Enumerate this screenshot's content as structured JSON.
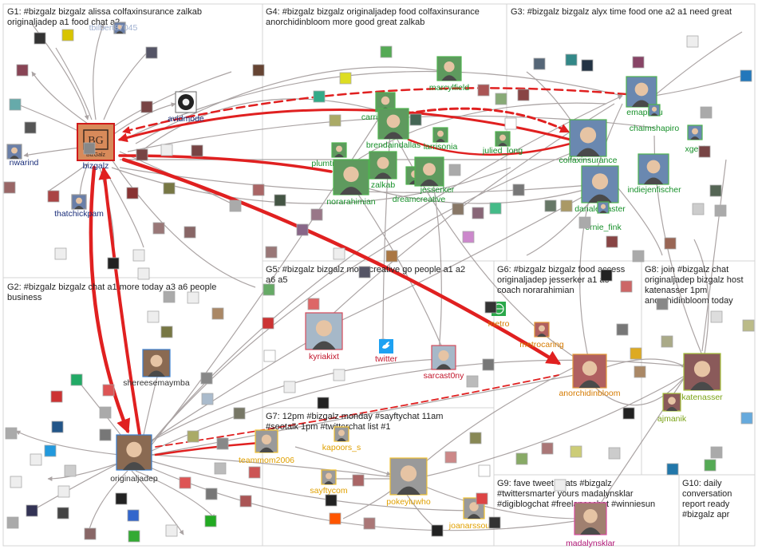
{
  "colors": {
    "edge": "#8f8686",
    "edge_heavy": "#e02020",
    "group_border": "#d4d4d4",
    "label_g1": "#1a2e7a",
    "label_g4": "#17902a",
    "label_g3": "#17902a",
    "label_g5": "#c2142a",
    "label_g6": "#d57a00",
    "label_g7": "#e0a000",
    "label_g8": "#7aa316",
    "label_g9": "#b01676"
  },
  "groups": [
    {
      "id": "g1",
      "lines": [
        "G1: #bizgalz bizgalz alissa colfaxinsurance zalkab",
        "originaljadep a1 food chat a2"
      ]
    },
    {
      "id": "g4",
      "lines": [
        "G4: #bizgalz bizgalz originaljadep food colfaxinsurance",
        "anorchidinbloom more good great zalkab"
      ]
    },
    {
      "id": "g3",
      "lines": [
        "G3: #bizgalz bizgalz alyx time food one a2 a1 need great"
      ]
    },
    {
      "id": "g2",
      "lines": [
        "G2: #bizgalz bizgalz chat a1 more today a3 a6 people",
        "business"
      ]
    },
    {
      "id": "g5",
      "lines": [
        "G5: #bizgalz bizgalz more creative go people a1 a2",
        "a6 a5"
      ]
    },
    {
      "id": "g6",
      "lines": [
        "G6: #bizgalz bizgalz food access",
        "originaljadep jesserker a1 a3",
        "coach norarahimian"
      ]
    },
    {
      "id": "g8",
      "lines": [
        "G8: join #bizgalz chat",
        "originaljadep bizgalz host",
        "katenasser 1pm",
        "anorchidinbloom today"
      ]
    },
    {
      "id": "g7",
      "lines": [
        "G7: 12pm #bizgalz monday #sayftychat 11am",
        "#seotalk 1pm #twitterchat list #1"
      ]
    },
    {
      "id": "g9",
      "lines": [
        "G9: fave tweet chats #bizgalz",
        "#twittersmarter yours madalynsklar",
        "#digiblogchat #freelancechat #winniesun"
      ]
    },
    {
      "id": "g10",
      "lines": [
        "G10: daily",
        "conversation",
        "report ready",
        "#bizgalz apr"
      ]
    }
  ],
  "nodes": [
    {
      "id": "bizgalz",
      "label": "bizgalz",
      "icon": "bizgalz-logo",
      "tone": "g1"
    },
    {
      "id": "avidmode",
      "label": "avidmode",
      "icon": "eye-avatar",
      "tone": "g1"
    },
    {
      "id": "nwarind",
      "label": "nwarind",
      "icon": "avatar",
      "tone": "g1"
    },
    {
      "id": "thatchickpam",
      "label": "thatchickpam",
      "icon": "avatar",
      "tone": "g1"
    },
    {
      "id": "faded1",
      "label": "tbilbert87045",
      "icon": "avatar",
      "tone": "g1"
    },
    {
      "id": "carrie",
      "label": "carrie",
      "icon": "avatar",
      "tone": "g4"
    },
    {
      "id": "brendaindallas",
      "label": "brendaindallas",
      "icon": "avatar",
      "tone": "g4"
    },
    {
      "id": "marcylfield",
      "label": "marcylfield",
      "icon": "avatar",
      "tone": "g4"
    },
    {
      "id": "larrisonia",
      "label": "larrisonia",
      "icon": "avatar",
      "tone": "g4"
    },
    {
      "id": "julied_long",
      "label": "julied_long",
      "icon": "avatar",
      "tone": "g4"
    },
    {
      "id": "plumtr",
      "label": "plumtr",
      "icon": "avatar",
      "tone": "g4"
    },
    {
      "id": "zalkab",
      "label": "zalkab",
      "icon": "avatar",
      "tone": "g4"
    },
    {
      "id": "norarahimian",
      "label": "norarahimian",
      "icon": "avatar",
      "tone": "g4"
    },
    {
      "id": "dreamcreative",
      "label": "dreamcreative",
      "icon": "avatar",
      "tone": "g4"
    },
    {
      "id": "jesserker",
      "label": "jesserker",
      "icon": "avatar",
      "tone": "g4"
    },
    {
      "id": "emapirciu",
      "label": "emapirciu",
      "icon": "avatar",
      "tone": "g3"
    },
    {
      "id": "chaimshapiro",
      "label": "chaimshapiro",
      "icon": "avatar",
      "tone": "g3"
    },
    {
      "id": "colfaxinsurance",
      "label": "colfaxinsurance",
      "icon": "avatar",
      "tone": "g3"
    },
    {
      "id": "xgebi",
      "label": "xgebi",
      "icon": "avatar",
      "tone": "g3"
    },
    {
      "id": "indiejenfischer",
      "label": "indiejenfischer",
      "icon": "avatar",
      "tone": "g3"
    },
    {
      "id": "danalemaster",
      "label": "danalemaster",
      "icon": "avatar",
      "tone": "g3"
    },
    {
      "id": "ernie_fink",
      "label": "ernie_fink",
      "icon": "avatar",
      "tone": "g3"
    },
    {
      "id": "shereesemaymba",
      "label": "shereesemaymba",
      "icon": "avatar",
      "tone": "g2"
    },
    {
      "id": "originaljadep",
      "label": "originaljadep",
      "icon": "avatar",
      "tone": "g2"
    },
    {
      "id": "kyriakixt",
      "label": "kyriakixt",
      "icon": "avatar",
      "tone": "g5"
    },
    {
      "id": "twitter",
      "label": "twitter",
      "icon": "twitter-bird-icon",
      "tone": "g5"
    },
    {
      "id": "sarcast0ny",
      "label": "sarcast0ny",
      "icon": "avatar",
      "tone": "g5"
    },
    {
      "id": "metro",
      "label": "metro",
      "icon": "globe-icon",
      "tone": "g6"
    },
    {
      "id": "metrocaring",
      "label": "metrocaring",
      "icon": "avatar",
      "tone": "g6"
    },
    {
      "id": "anorchidinbloom",
      "label": "anorchidinbloom",
      "icon": "avatar",
      "tone": "g6"
    },
    {
      "id": "katenasser",
      "label": "katenasser",
      "icon": "avatar",
      "tone": "g8"
    },
    {
      "id": "ajmanik",
      "label": "ajmanik",
      "icon": "avatar",
      "tone": "g8"
    },
    {
      "id": "teammom2006",
      "label": "teammom2006",
      "icon": "avatar",
      "tone": "g7"
    },
    {
      "id": "kapoors_s",
      "label": "kapoors_s",
      "icon": "avatar",
      "tone": "g7"
    },
    {
      "id": "sayftycom",
      "label": "sayftycom",
      "icon": "avatar",
      "tone": "g7"
    },
    {
      "id": "pokeyluwho",
      "label": "pokeyluwho",
      "icon": "avatar",
      "tone": "g7"
    },
    {
      "id": "joanarssousa",
      "label": "joanarssousa",
      "icon": "avatar",
      "tone": "g7"
    },
    {
      "id": "madalynsklar",
      "label": "madalynsklar",
      "icon": "avatar",
      "tone": "g9"
    }
  ]
}
